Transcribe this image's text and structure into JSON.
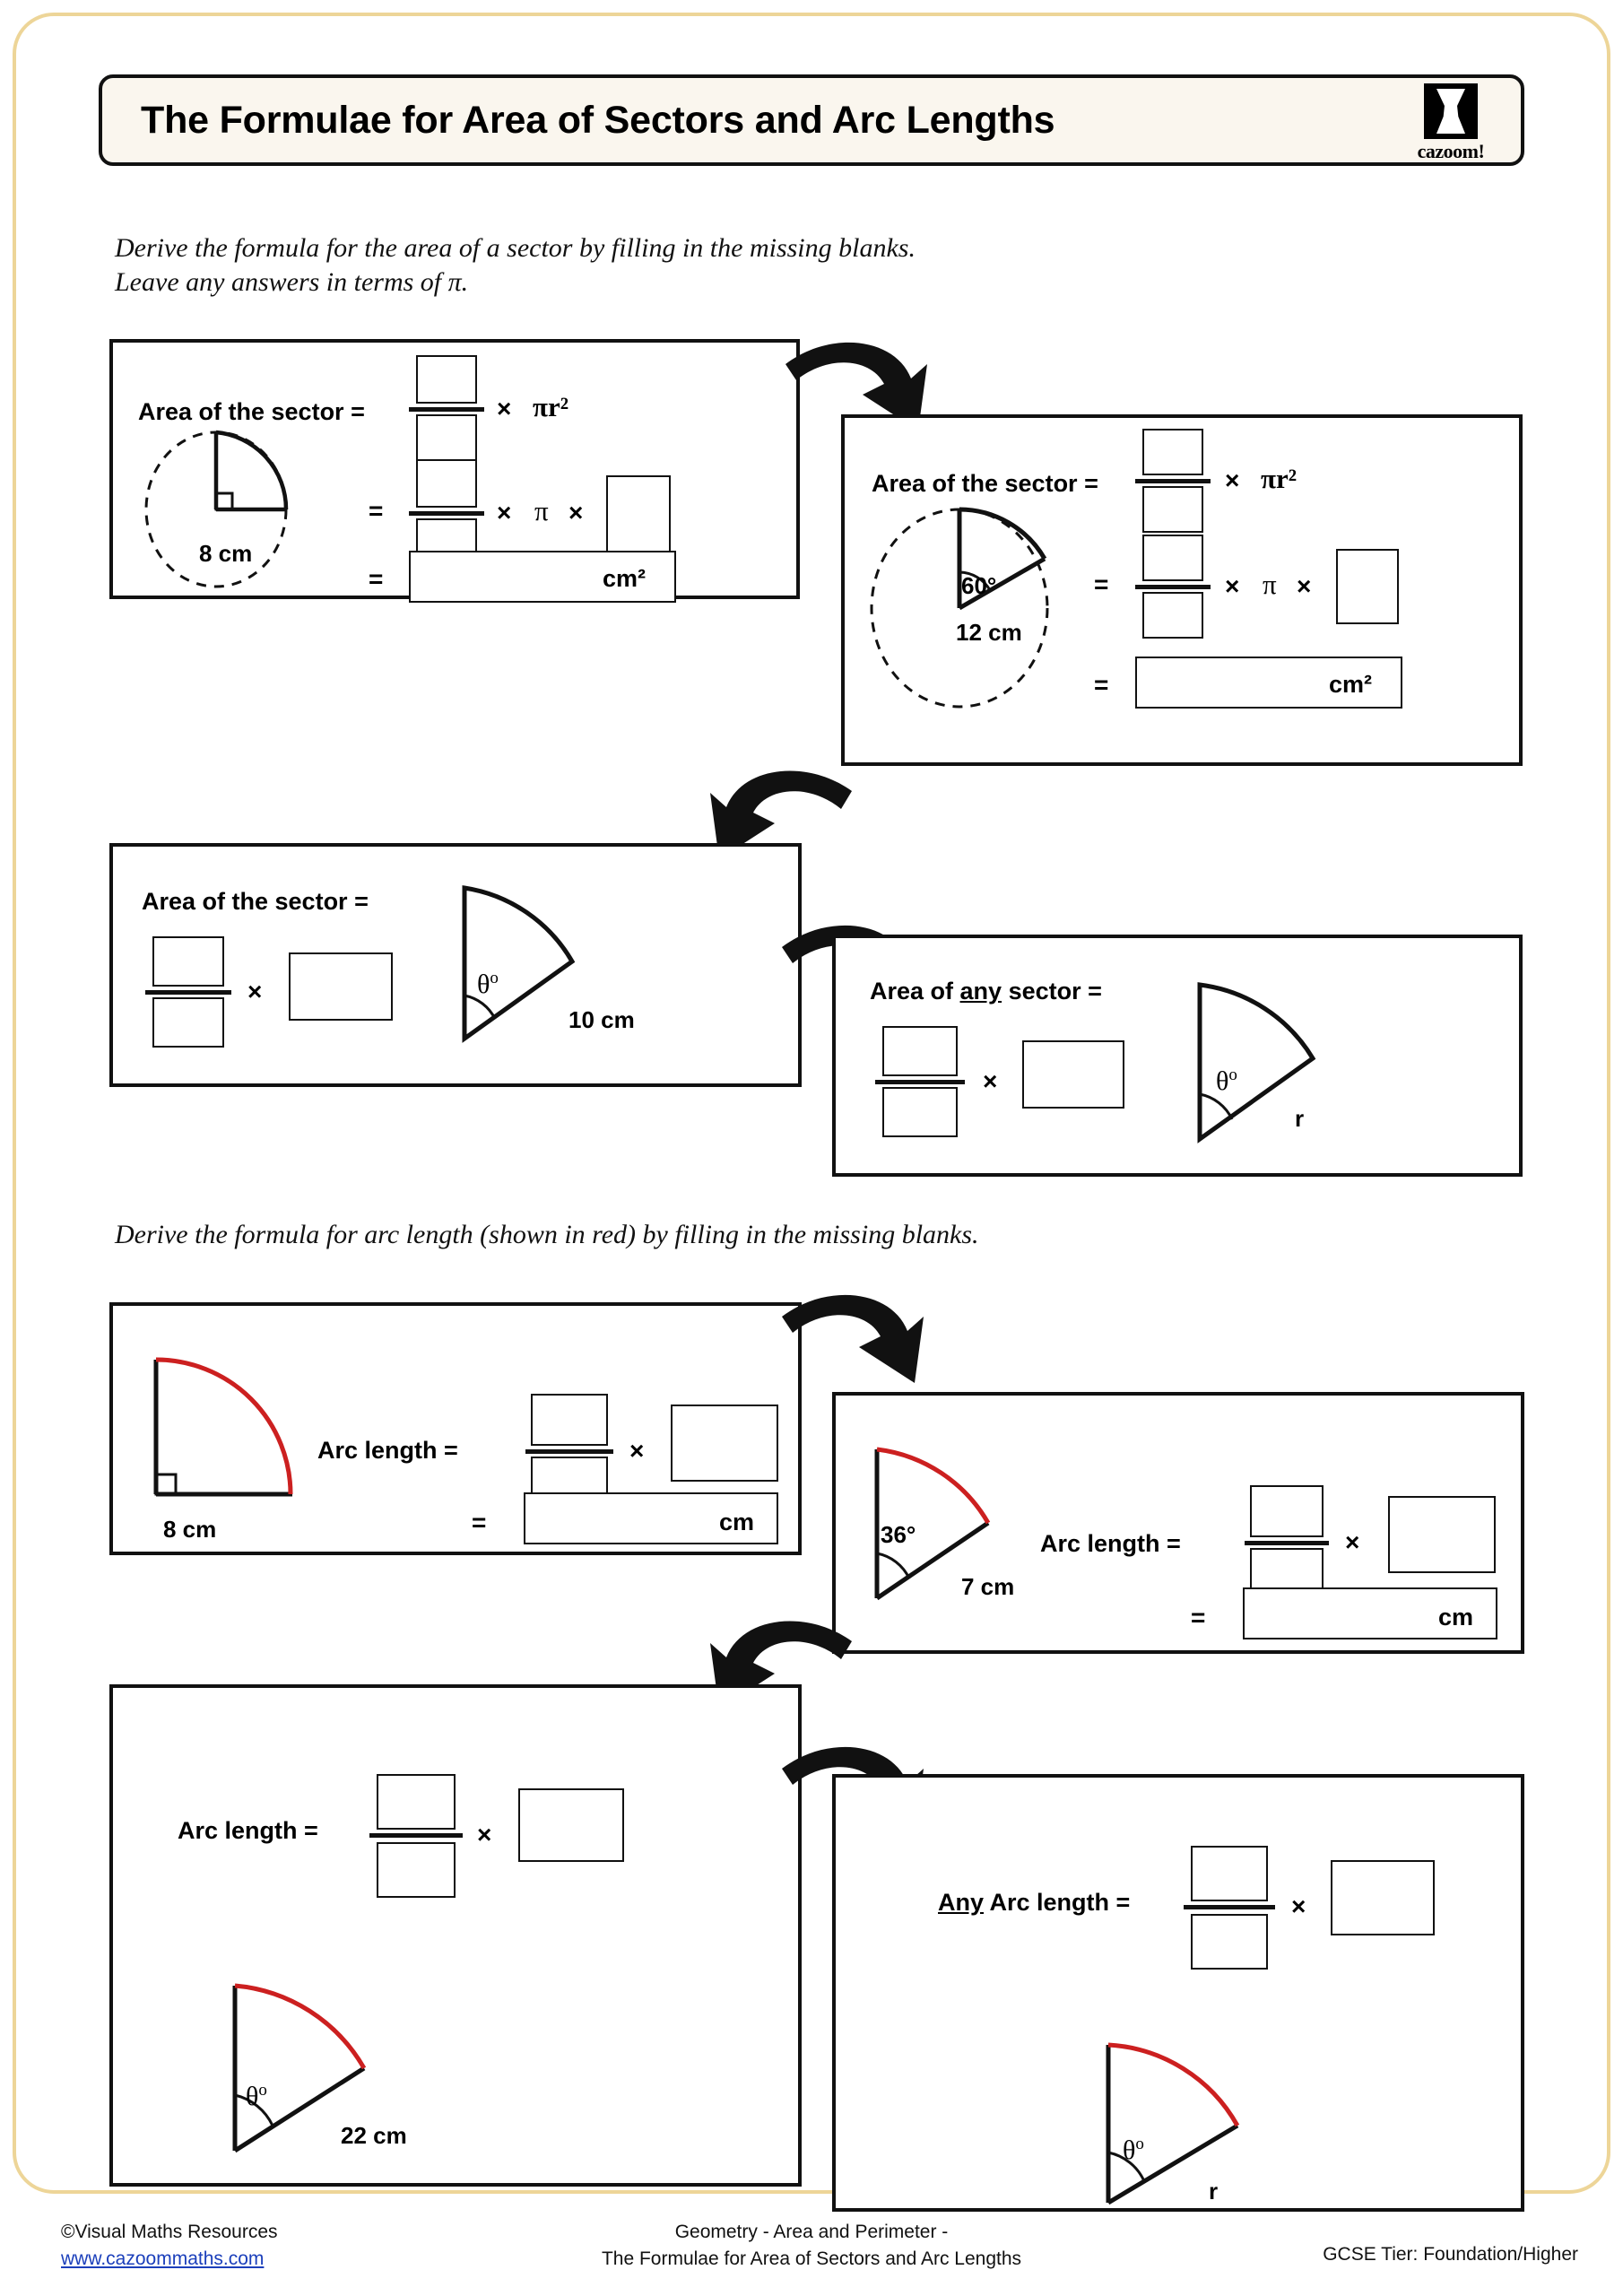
{
  "page": {
    "title": "The Formulae for Area of Sectors and Arc Lengths",
    "brand": "cazoom!",
    "border_color": "#EDD598",
    "title_bg": "#FAF6EE",
    "arc_red": "#CC2020"
  },
  "instructions": {
    "area": "Derive the formula for the area of a sector by filling in the missing blanks.\nLeave any answers in terms of π.",
    "arc": "Derive the formula for arc length (shown in red) by filling in the missing blanks."
  },
  "symbols": {
    "times": "×",
    "equals": "=",
    "pi": "π",
    "pi_r_squared": "πr²",
    "theta": "θ",
    "degree": "o",
    "cm": "cm",
    "cm2": "cm²",
    "radius_letter": "r"
  },
  "boxes": [
    {
      "id": "box1",
      "label": "Area of the sector  =",
      "label_underline": "",
      "figure": {
        "kind": "quarter-circle-dashed",
        "angle_label": "",
        "radius_label": "8 cm",
        "arc_color": "#000000",
        "right_angle": true
      },
      "rows": [
        {
          "type": "fraction-times",
          "right": "πr²"
        },
        {
          "type": "fraction-times-pi-times-blank"
        },
        {
          "type": "answer",
          "unit": "cm²"
        }
      ]
    },
    {
      "id": "box2",
      "label": "Area of the sector  =",
      "label_underline": "",
      "figure": {
        "kind": "sector-dashed",
        "angle_label": "60°",
        "radius_label": "12 cm",
        "arc_color": "#000000",
        "right_angle": false
      },
      "rows": [
        {
          "type": "fraction-times",
          "right": "πr²"
        },
        {
          "type": "fraction-times-pi-times-blank"
        },
        {
          "type": "answer",
          "unit": "cm²"
        }
      ]
    },
    {
      "id": "box3",
      "label": "Area of the sector  =",
      "label_underline": "",
      "figure": {
        "kind": "sector-plain",
        "angle_label": "θ",
        "radius_label": "10 cm",
        "arc_color": "#000000",
        "right_angle": false
      },
      "rows": [
        {
          "type": "fraction-times-blank"
        }
      ]
    },
    {
      "id": "box4",
      "label_pre": "Area of ",
      "label_underline": "any",
      "label_post": " sector  =",
      "figure": {
        "kind": "sector-plain",
        "angle_label": "θ",
        "radius_label": "r",
        "arc_color": "#000000",
        "right_angle": false
      },
      "rows": [
        {
          "type": "fraction-times-blank"
        }
      ]
    },
    {
      "id": "box5",
      "label": "Arc length  =",
      "label_underline": "",
      "figure": {
        "kind": "quarter-circle-red",
        "angle_label": "",
        "radius_label": "8 cm",
        "arc_color": "#CC2020",
        "right_angle": true
      },
      "rows": [
        {
          "type": "fraction-times-blank"
        },
        {
          "type": "answer",
          "unit": "cm"
        }
      ]
    },
    {
      "id": "box6",
      "label": "Arc length  =",
      "label_underline": "",
      "figure": {
        "kind": "sector-red",
        "angle_label": "36°",
        "radius_label": "7 cm",
        "arc_color": "#CC2020",
        "right_angle": false
      },
      "rows": [
        {
          "type": "fraction-times-blank"
        },
        {
          "type": "answer",
          "unit": "cm"
        }
      ]
    },
    {
      "id": "box7",
      "label": "Arc length  =",
      "label_underline": "",
      "figure": {
        "kind": "sector-red",
        "angle_label": "θ",
        "radius_label": "22 cm",
        "arc_color": "#CC2020",
        "right_angle": false
      },
      "rows": [
        {
          "type": "fraction-times-blank"
        }
      ]
    },
    {
      "id": "box8",
      "label_pre": "",
      "label_underline": "Any",
      "label_post": " Arc length  =",
      "figure": {
        "kind": "sector-red",
        "angle_label": "θ",
        "radius_label": "r",
        "arc_color": "#CC2020",
        "right_angle": false
      },
      "rows": [
        {
          "type": "fraction-times-blank"
        }
      ]
    }
  ],
  "footer": {
    "copyright": "©Visual Maths Resources",
    "website": "www.cazoommaths.com",
    "center_line1": "Geometry - Area and Perimeter -",
    "center_line2": "The Formulae for Area of Sectors and Arc Lengths",
    "tier": "GCSE Tier: Foundation/Higher"
  }
}
